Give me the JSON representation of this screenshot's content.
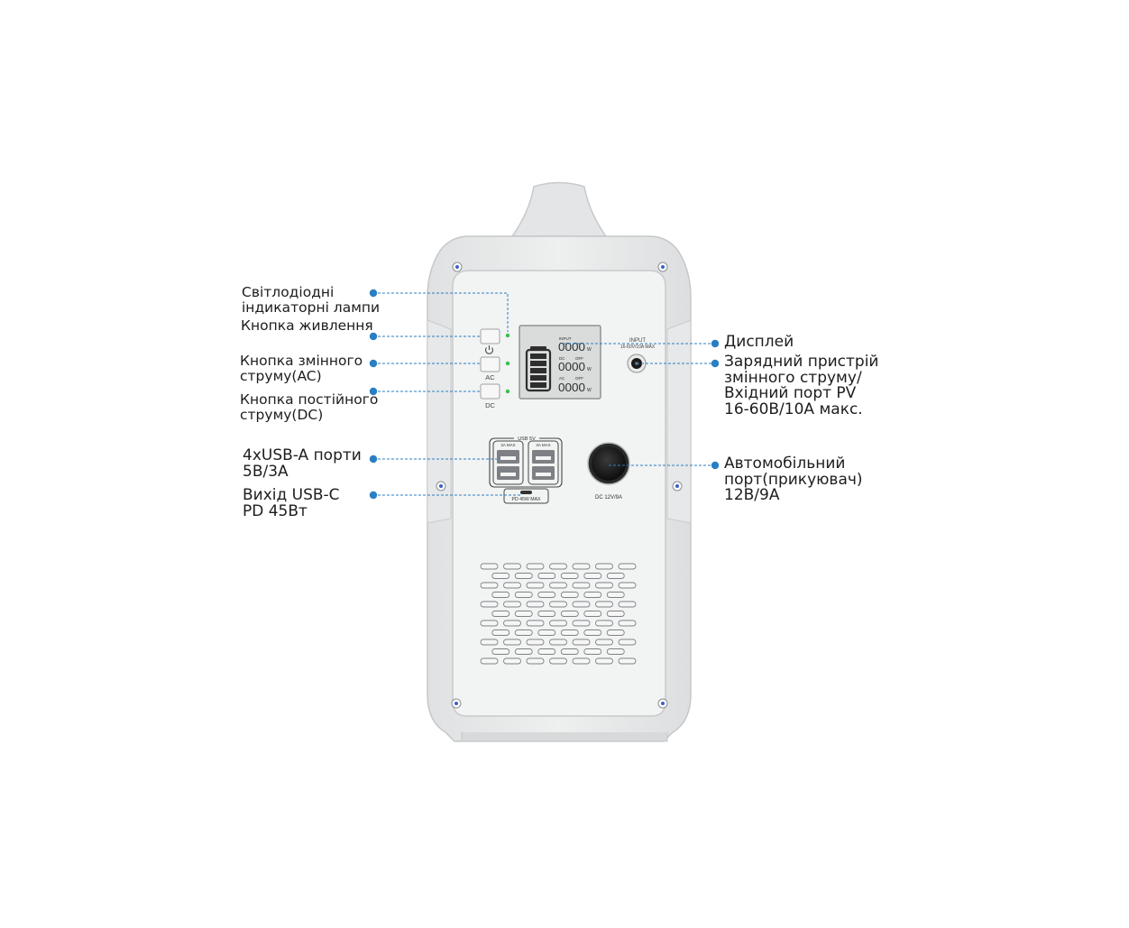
{
  "device": {
    "panel_labels": {
      "ac_button": "AC",
      "dc_button": "DC",
      "usb_group": "USB 5V",
      "usb_left_max": "3A MAX",
      "usb_right_max": "3A MAX",
      "usb_c": "PD 45W MAX",
      "input_title": "INPUT",
      "input_rating": "16-60V/10A MAX",
      "car_port": "DC 12V/9A"
    },
    "lcd": {
      "row1_label": "INPUT",
      "row2_label_a": "DC",
      "row2_label_b": "OFF",
      "row3_label_a": "AC",
      "row3_label_b": "OFF",
      "digits": "0000",
      "unit": "W"
    }
  },
  "callouts": {
    "led": [
      "Світлодіодні",
      "індикаторні лампи"
    ],
    "power": [
      "Кнопка живлення"
    ],
    "ac": [
      "Кнопка змінного",
      "струму(AC)"
    ],
    "dc": [
      "Кнопка постійного",
      "струму(DC)"
    ],
    "usb_a": [
      "4xUSB-A порти",
      "5В/3А"
    ],
    "usb_c": [
      "Вихід USB-C",
      "PD 45Вт"
    ],
    "display": [
      "Дисплей"
    ],
    "charger": [
      "Зарядний пристрій",
      "змінного струму/",
      "Вхідний порт PV",
      "16-60В/10А макс."
    ],
    "car": [
      "Автомобільний",
      "порт(прикуювач)",
      "12В/9А"
    ]
  },
  "colors": {
    "accent": "#2a7fc4",
    "body": "#eceded",
    "panel": "#f3f4f4",
    "edge": "#c9cbcd",
    "lcd": "#d9dcdb",
    "led": "#35c24a",
    "port_dark": "#1a1a1a",
    "screw": "#3d5fc9"
  }
}
